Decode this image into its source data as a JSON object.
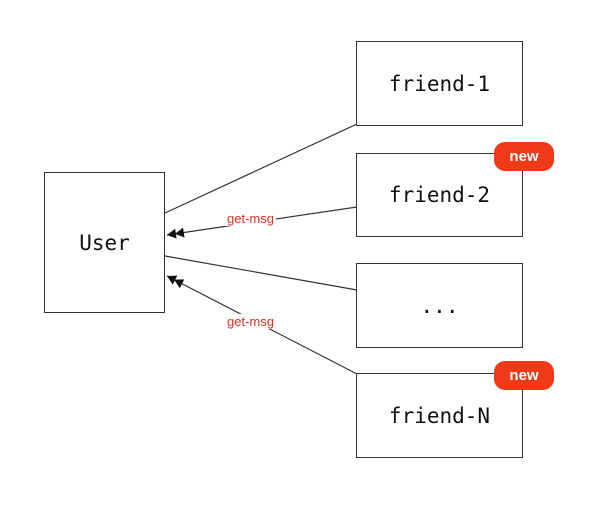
{
  "nodes": {
    "user": "User",
    "friend_1": "friend-1",
    "friend_2": "friend-2",
    "ellipsis": "...",
    "friend_n": "friend-N"
  },
  "badges": {
    "new_2": "new",
    "new_n": "new"
  },
  "edge_labels": {
    "top": "get-msg",
    "bottom": "get-msg"
  },
  "colors": {
    "badge": "#f03a17",
    "edge_label": "#e8301a",
    "line": "#333333"
  }
}
